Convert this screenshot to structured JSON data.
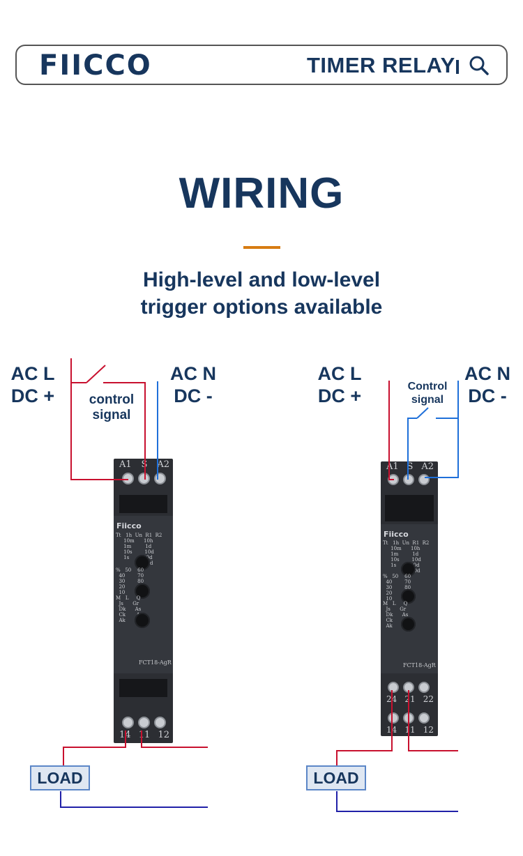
{
  "header": {
    "logo": "FIICCO",
    "product": "TIMER RELAY"
  },
  "page": {
    "title": "WIRING",
    "subtitle_line1": "High-level and low-level",
    "subtitle_line2": "trigger options available"
  },
  "colors": {
    "primary": "#17365d",
    "accent": "#d77c12",
    "wire_red": "#c8102e",
    "wire_blue": "#1e6fd9",
    "load_border": "#5b86c7"
  },
  "left_diagram": {
    "supply_plus_l1": "AC L",
    "supply_plus_l2": "DC +",
    "supply_minus_l1": "AC N",
    "supply_minus_l2": "DC -",
    "signal_l1": "control",
    "signal_l2": "signal",
    "load": "LOAD",
    "device": {
      "brand": "Fiicco",
      "model": "FCT18-AgR",
      "top_terminals": [
        "A1",
        "S",
        "A2"
      ],
      "bottom_terminals": [
        "14",
        "11",
        "12"
      ]
    }
  },
  "right_diagram": {
    "supply_plus_l1": "AC  L",
    "supply_plus_l2": "DC +",
    "supply_minus_l1": "AC N",
    "supply_minus_l2": "DC -",
    "signal_l1": "Control",
    "signal_l2": "signal",
    "load": "LOAD",
    "device": {
      "brand": "Fiicco",
      "model": "FCT18-AgR",
      "top_terminals": [
        "A1",
        "S",
        "A2"
      ],
      "mid_terminals": [
        "24",
        "21",
        "22"
      ],
      "bottom_terminals": [
        "14",
        "11",
        "12"
      ]
    }
  },
  "dial_scales": {
    "time_range": "Tt   1h  Un  R1  R2\n     10m      10h\n     1m         1d\n     10s        10d\n     1s         30d\n                100d",
    "percent": "%   50    60\n  40        70\n  30        80\n  20        90\n  10       100",
    "mode": "M   L     Q\n  Js      Gr\n  Dk      As\n  Ck       A\n  Ak       B"
  }
}
